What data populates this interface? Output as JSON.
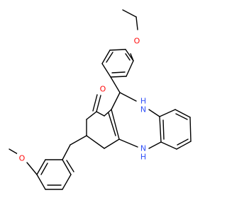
{
  "structure": {
    "atoms": {
      "o_ether_top": {
        "label": "O",
        "color": "#ff0d0d"
      },
      "o_carbonyl": {
        "label": "O",
        "color": "#ff0d0d"
      },
      "n_top": {
        "label": "H\nN",
        "line1": "H",
        "line2": "N",
        "color": "#3050f8"
      },
      "n_bottom": {
        "label": "N\nH",
        "line1": "N",
        "line2": "H",
        "color": "#3050f8"
      },
      "o_methoxy": {
        "label": "O",
        "color": "#ff0d0d"
      }
    },
    "colors": {
      "bond": "#000000",
      "nitrogen": "#3050f8",
      "oxygen": "#ff0d0d",
      "background": "#ffffff"
    }
  }
}
